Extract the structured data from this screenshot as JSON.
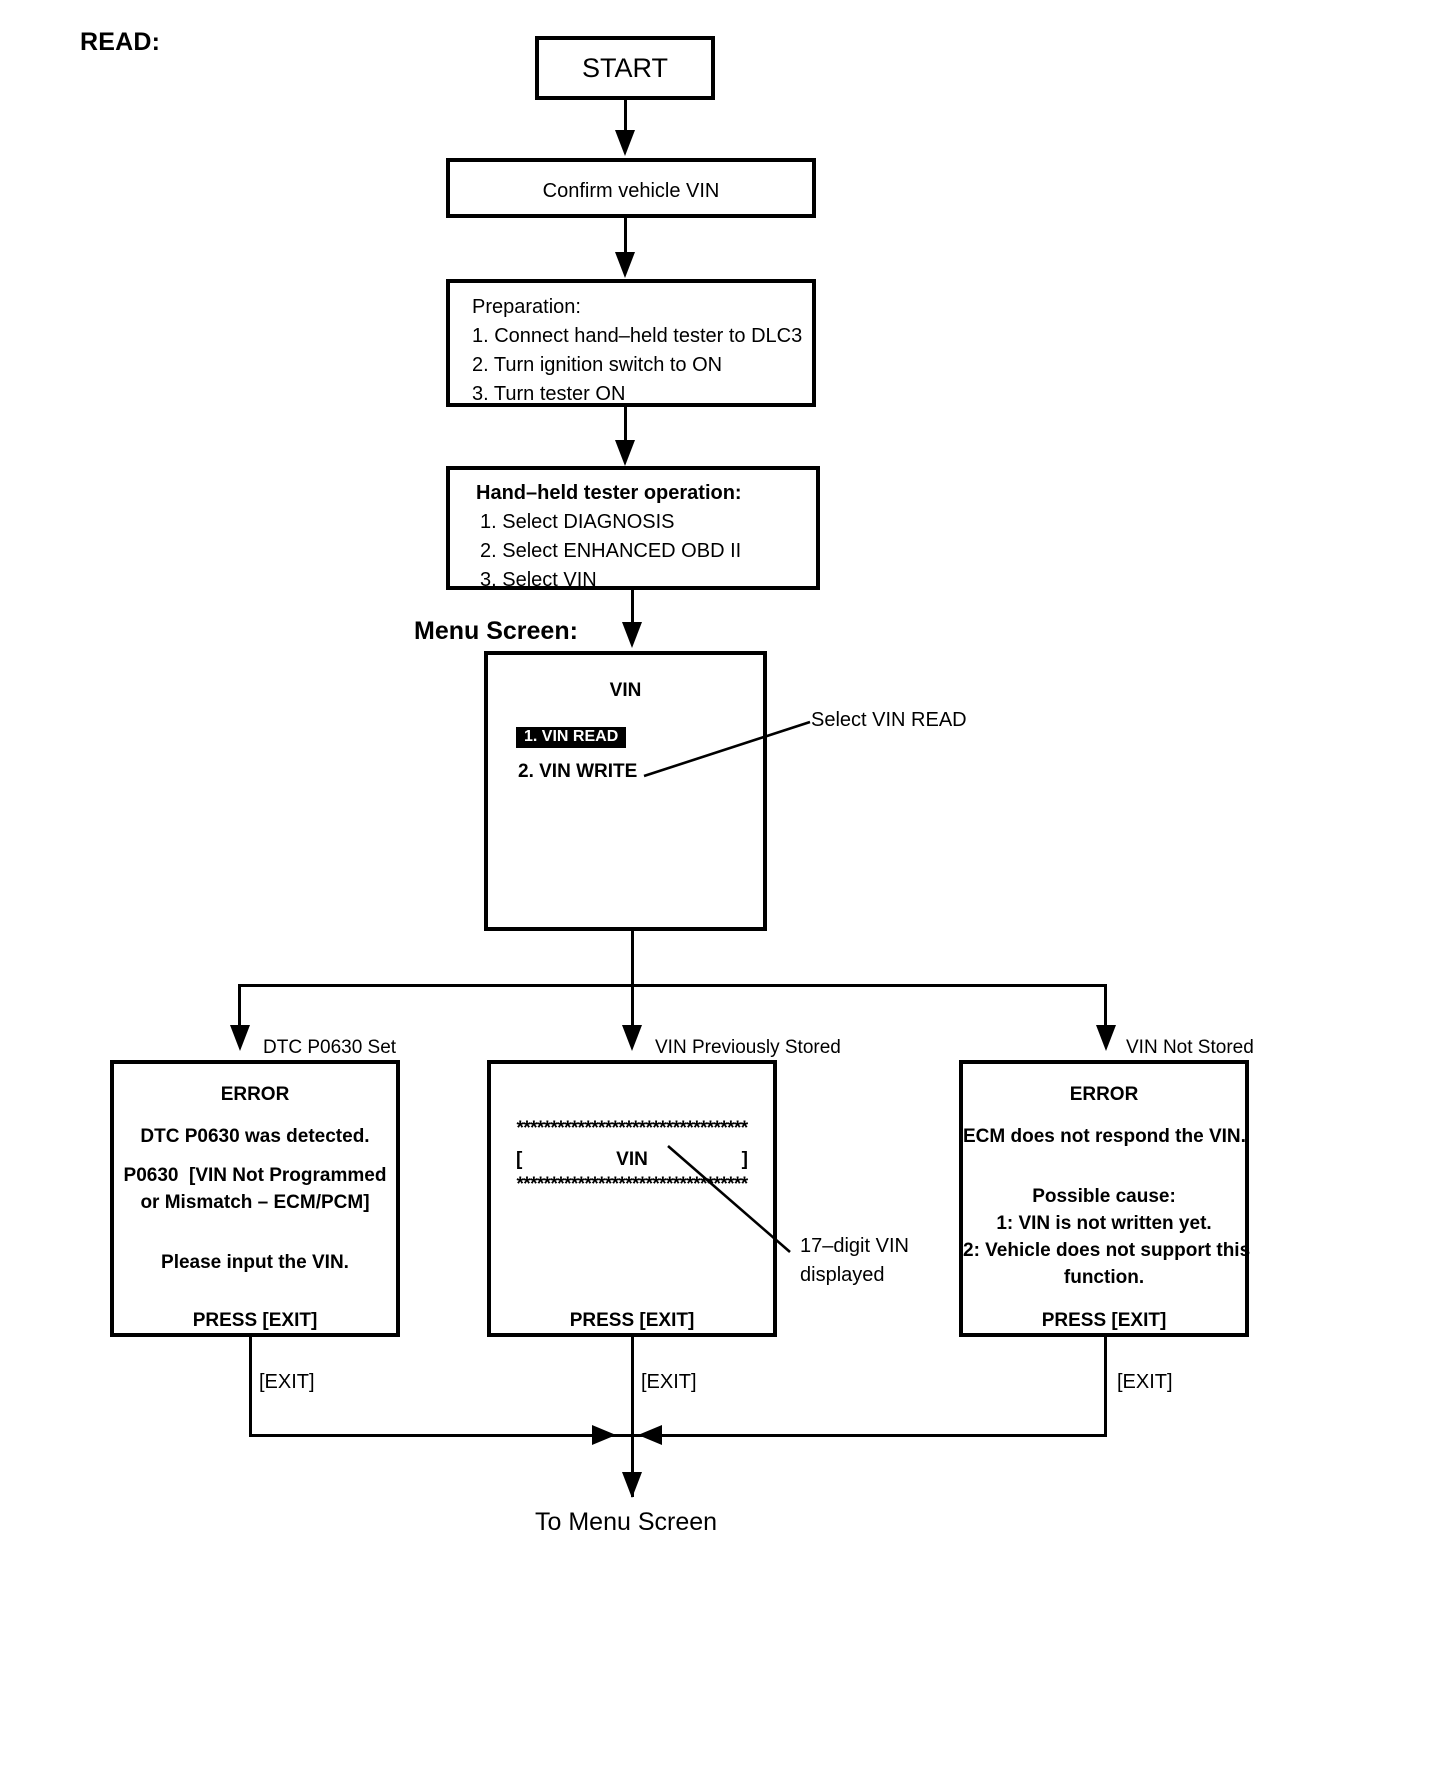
{
  "page": {
    "section_title": "READ:",
    "menu_screen_label": "Menu Screen:",
    "footer_label": "To Menu Screen"
  },
  "nodes": {
    "start": {
      "label": "START"
    },
    "confirm_vin": {
      "label": "Confirm vehicle VIN"
    },
    "preparation": {
      "heading": "Preparation:",
      "steps": [
        "1. Connect hand–held tester to DLC3",
        "2. Turn ignition switch to ON",
        "3. Turn tester ON"
      ]
    },
    "tester_operation": {
      "heading": "Hand–held tester operation:",
      "steps": [
        "1. Select DIAGNOSIS",
        "2. Select ENHANCED OBD II",
        "3. Select VIN"
      ]
    },
    "vin_menu": {
      "title": "VIN",
      "items": [
        {
          "label": "1. VIN READ",
          "selected": true
        },
        {
          "label": "2. VIN WRITE",
          "selected": false
        }
      ]
    },
    "error_dtc": {
      "branch_label": "DTC P0630 Set",
      "title": "ERROR",
      "lines": [
        "DTC P0630 was detected.",
        "P0630  [VIN Not Programmed",
        "or Mismatch – ECM/PCM]",
        "Please input the VIN."
      ],
      "footer": "PRESS [EXIT]"
    },
    "vin_stored": {
      "branch_label": "VIN Previously Stored",
      "stars": "**********************************",
      "vin_row_left": "[",
      "vin_row_center": "VIN",
      "vin_row_right": "]",
      "footer": "PRESS [EXIT]"
    },
    "vin_not_stored": {
      "branch_label": "VIN Not Stored",
      "title": "ERROR",
      "lines": [
        "ECM does not respond the VIN.",
        "Possible cause:",
        "1: VIN is not written yet.",
        "2: Vehicle does not support this",
        "function."
      ],
      "footer": "PRESS [EXIT]"
    }
  },
  "annotations": {
    "select_vin_read": "Select VIN READ",
    "vin_digits_line1": "17–digit VIN",
    "vin_digits_line2": "displayed"
  },
  "edges": {
    "exit_left": "[EXIT]",
    "exit_middle": "[EXIT]",
    "exit_right": "[EXIT]"
  },
  "colors": {
    "ink": "#000000",
    "paper": "#ffffff",
    "highlight_bg": "#000000",
    "highlight_fg": "#ffffff"
  }
}
